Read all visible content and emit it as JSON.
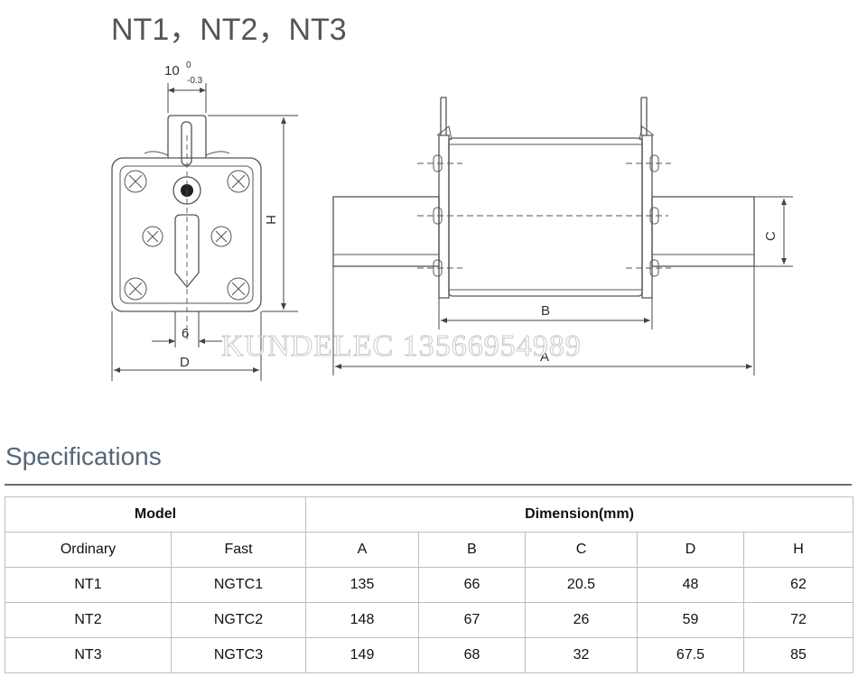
{
  "drawing": {
    "title": "NT1，NT2，NT3",
    "tolerance_main": "10",
    "tolerance_upper": "0",
    "tolerance_lower": "-0.3",
    "labels": {
      "h": "H",
      "six": "6",
      "d": "D",
      "b": "B",
      "a": "A",
      "c": "C"
    },
    "watermark": "KUNDELEC 13566954989"
  },
  "specs": {
    "heading": "Specifications",
    "header_model": "Model",
    "header_dimension": "Dimension(mm)",
    "subheaders": [
      "Ordinary",
      "Fast",
      "A",
      "B",
      "C",
      "D",
      "H"
    ],
    "rows": [
      {
        "ordinary": "NT1",
        "fast": "NGTC1",
        "a": "135",
        "b": "66",
        "c": "20.5",
        "d": "48",
        "h": "62"
      },
      {
        "ordinary": "NT2",
        "fast": "NGTC2",
        "a": "148",
        "b": "67",
        "c": "26",
        "d": "59",
        "h": "72"
      },
      {
        "ordinary": "NT3",
        "fast": "NGTC3",
        "a": "149",
        "b": "68",
        "c": "32",
        "d": "67.5",
        "h": "85"
      }
    ]
  }
}
